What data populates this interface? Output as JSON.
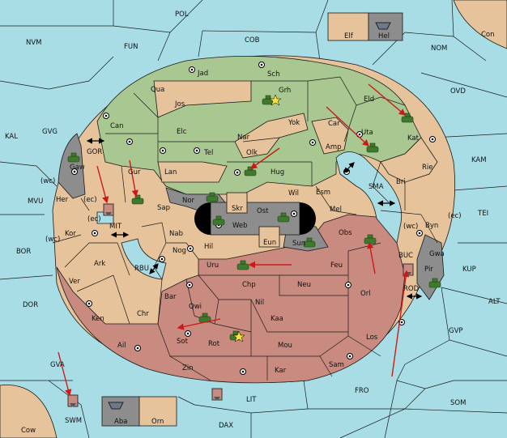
{
  "title": "",
  "colors": {
    "water": "#a8dde6",
    "neutral": "#e6c39a",
    "green": "#a9c790",
    "red": "#c98a80",
    "grey": "#8d8d8d",
    "black": "#000000",
    "arrow": "#cc1a1a",
    "unit": "#3f7a2c"
  },
  "labels": {
    "POL": "POL",
    "NVM": "NVM",
    "FUN": "FUN",
    "COB": "COB",
    "NOM": "NOM",
    "Con": "Con",
    "Elf": "Elf",
    "Hel": "Hel",
    "OVD": "OVD",
    "KAL": "KAL",
    "GVG": "GVG",
    "KAM": "KAM",
    "MVU": "MVU",
    "TEI": "TEI",
    "BOR": "BOR",
    "KUP": "KUP",
    "DOR": "DOR",
    "ALT": "ALT",
    "GVP": "GVP",
    "FRO": "FRO",
    "SOM": "SOM",
    "GVA": "GVA",
    "SWM": "SWM",
    "LIT": "LIT",
    "DAX": "DAX",
    "Cow": "Cow",
    "Aba": "Aba",
    "Orn": "Orn",
    "MIT": "MIT",
    "RBU": "RBU",
    "GOR": "GOR",
    "SMA": "SMA",
    "BUC": "BUC",
    "ROD": "ROD",
    "Jad": "Jad",
    "Sch": "Sch",
    "Grh": "Grh",
    "Qua": "Qua",
    "Jos": "Jos",
    "Eld": "Eld",
    "Car": "Car",
    "Yok": "Yok",
    "Uta": "Uta",
    "Kat": "Kat",
    "Can": "Can",
    "Elc": "Elc",
    "Nar": "Nar",
    "Tel": "Tel",
    "Olk": "Olk",
    "Amp": "Amp",
    "Rie": "Rie",
    "Gaw": "Gaw",
    "Gur": "Gur",
    "Lan": "Lan",
    "Hug": "Hug",
    "Bri": "Bri",
    "Wil": "Wil",
    "Esm": "Esm",
    "Her": "Her",
    "wc1": "(wc)",
    "ec1": "(ec)",
    "Nor": "Nor",
    "Skr": "Skr",
    "Ost": "Ost",
    "Sap": "Sap",
    "Web": "Web",
    "Mel": "Mel",
    "Byn": "Byn",
    "wc2": "(wc)",
    "ec2": "(ec)",
    "ec3": "(ec)",
    "Kor": "Kor",
    "Nab": "Nab",
    "Obs": "Obs",
    "wc3": "(wc)",
    "Eun": "Eun",
    "Sun": "Sun",
    "Gwa": "Gwa",
    "Hil": "Hil",
    "Nog": "Nog",
    "Pir": "Pir",
    "Ark": "Ark",
    "Uru": "Uru",
    "Feu": "Feu",
    "Ver": "Ver",
    "Chp": "Chp",
    "Neu": "Neu",
    "Orl": "Orl",
    "Bar": "Bar",
    "Qwi": "Qwi",
    "Nil": "Nil",
    "Ken": "Ken",
    "Chr": "Chr",
    "Kaa": "Kaa",
    "Ail": "Ail",
    "Sot": "Sot",
    "Rot": "Rot",
    "Mou": "Mou",
    "Los": "Los",
    "Zin": "Zin",
    "Kar": "Kar",
    "Sam": "Sam"
  }
}
